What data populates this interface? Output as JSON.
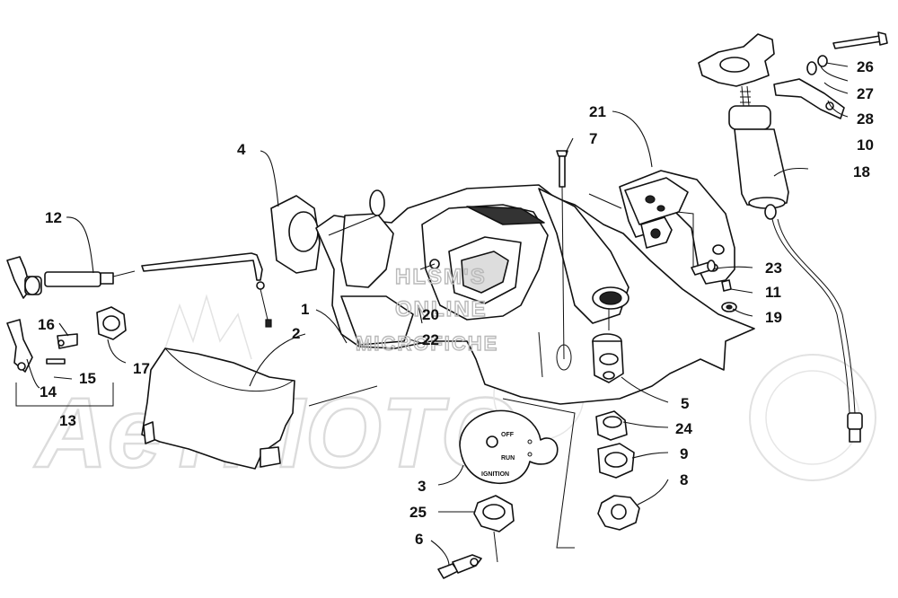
{
  "watermark": {
    "line1": "HLSM'S",
    "line2": "ONLINE",
    "line3": "MICROFICHE",
    "background": "AeTMOTO"
  },
  "switch_plate": {
    "off": "OFF",
    "run": "RUN",
    "ignition": "IGNITION"
  },
  "callouts": [
    {
      "id": "c1",
      "label": "1"
    },
    {
      "id": "c2",
      "label": "2"
    },
    {
      "id": "c3",
      "label": "3"
    },
    {
      "id": "c4",
      "label": "4"
    },
    {
      "id": "c5",
      "label": "5"
    },
    {
      "id": "c6",
      "label": "6"
    },
    {
      "id": "c7",
      "label": "7"
    },
    {
      "id": "c8",
      "label": "8"
    },
    {
      "id": "c9",
      "label": "9"
    },
    {
      "id": "c10",
      "label": "10"
    },
    {
      "id": "c11",
      "label": "11"
    },
    {
      "id": "c12",
      "label": "12"
    },
    {
      "id": "c13",
      "label": "13"
    },
    {
      "id": "c14",
      "label": "14"
    },
    {
      "id": "c15",
      "label": "15"
    },
    {
      "id": "c16",
      "label": "16"
    },
    {
      "id": "c17",
      "label": "17"
    },
    {
      "id": "c18",
      "label": "18"
    },
    {
      "id": "c19",
      "label": "19"
    },
    {
      "id": "c20",
      "label": "20"
    },
    {
      "id": "c21",
      "label": "21"
    },
    {
      "id": "c22",
      "label": "22"
    },
    {
      "id": "c23",
      "label": "23"
    },
    {
      "id": "c24",
      "label": "24"
    },
    {
      "id": "c25",
      "label": "25"
    },
    {
      "id": "c26",
      "label": "26"
    },
    {
      "id": "c27",
      "label": "27"
    },
    {
      "id": "c28",
      "label": "28"
    }
  ]
}
